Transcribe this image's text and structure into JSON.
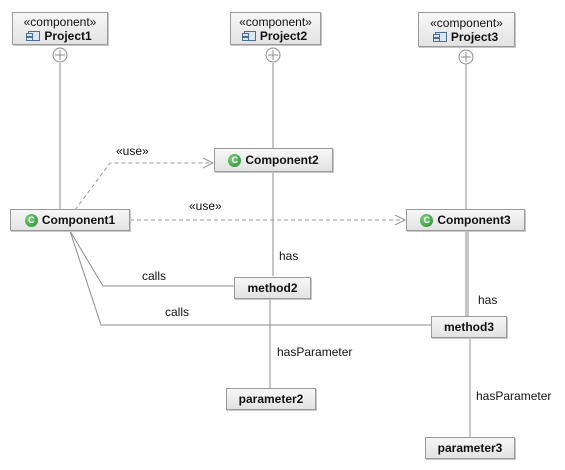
{
  "projects": [
    {
      "stereotype": "«component»",
      "name": "Project1",
      "icon": "package-icon"
    },
    {
      "stereotype": "«component»",
      "name": "Project2",
      "icon": "package-icon"
    },
    {
      "stereotype": "«component»",
      "name": "Project3",
      "icon": "package-icon"
    }
  ],
  "components": [
    {
      "name": "Component1",
      "icon": "class-icon",
      "icon_letter": "C"
    },
    {
      "name": "Component2",
      "icon": "class-icon",
      "icon_letter": "C"
    },
    {
      "name": "Component3",
      "icon": "class-icon",
      "icon_letter": "C"
    }
  ],
  "members": {
    "method2": "method2",
    "method3": "method3",
    "parameter2": "parameter2",
    "parameter3": "parameter3"
  },
  "edge_labels": {
    "use_1": "«use»",
    "use_2": "«use»",
    "has_1": "has",
    "has_2": "has",
    "calls_1": "calls",
    "calls_2": "calls",
    "has_parameter_1": "hasParameter",
    "has_parameter_2": "hasParameter"
  },
  "colors": {
    "edge": "#8c8c8c",
    "dashed_edge": "#9a9a9a",
    "class_icon": "#1f8a2e",
    "package_icon": "#4d6d96"
  }
}
